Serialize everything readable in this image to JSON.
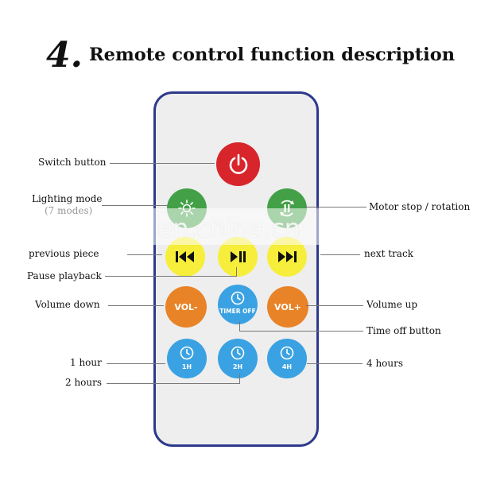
{
  "title": {
    "number": "4.",
    "text": "Remote control function description"
  },
  "buttons": {
    "power": {
      "icon": "power-icon"
    },
    "lighting": {
      "icon": "sun-icon"
    },
    "motor": {
      "icon": "rotation-pause-icon"
    },
    "prev": {
      "icon": "skip-back-icon"
    },
    "play_pause": {
      "icon": "play-pause-icon"
    },
    "next": {
      "icon": "skip-forward-icon"
    },
    "vol_down": {
      "label": "VOL-"
    },
    "timer_off": {
      "label": "TIMER OFF",
      "icon": "clock-icon"
    },
    "vol_up": {
      "label": "VOL+"
    },
    "timer_1h": {
      "label": "1H",
      "icon": "clock-icon"
    },
    "timer_2h": {
      "label": "2H",
      "icon": "clock-icon"
    },
    "timer_4h": {
      "label": "4H",
      "icon": "clock-icon"
    }
  },
  "labels": {
    "switch_button": "Switch button",
    "lighting_mode": "Lighting mode",
    "lighting_mode_sub": "(7 modes)",
    "motor": "Motor stop / rotation",
    "previous_piece": "previous piece",
    "next_track": "next track",
    "pause_playback": "Pause playback",
    "volume_down": "Volume down",
    "volume_up": "Volume up",
    "time_off": "Time off button",
    "one_hour": "1 hour",
    "two_hours": "2 hours",
    "four_hours": "4 hours"
  },
  "watermark": "en.china.cn",
  "colors": {
    "frame": "#2d3a8c",
    "red": "#d8242b",
    "green": "#43a047",
    "yellow": "#f6ee3b",
    "orange": "#e98327",
    "blue": "#3aa2e2"
  }
}
